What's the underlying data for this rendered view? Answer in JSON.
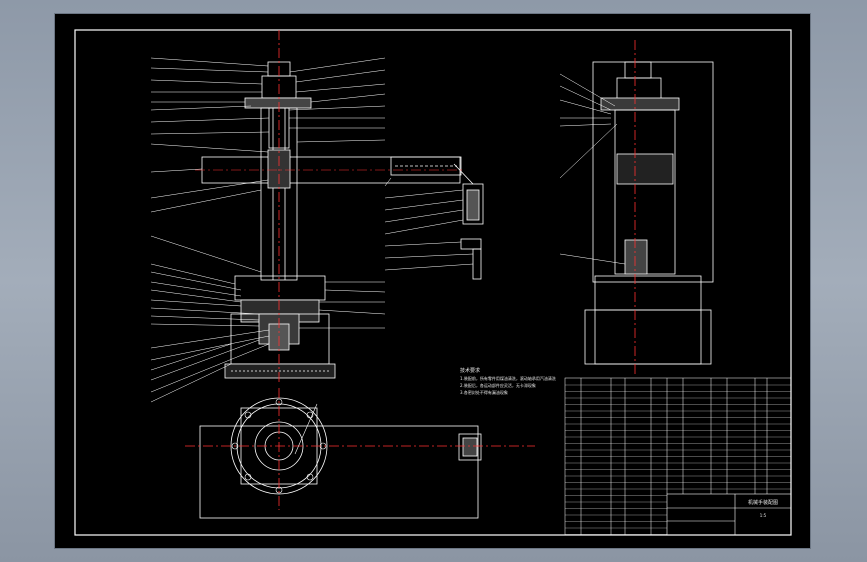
{
  "window": {
    "accent_border": "#ffffff",
    "background": "#000000",
    "frame_color": "#8e99a8"
  },
  "tech_requirements": {
    "heading": "技术要求",
    "lines": [
      "1.装配前，所有零件用煤油清洗，滚动轴承用汽油清洗",
      "2.装配后，各运动部件应灵活，无卡滞现象",
      "3.各密封处不得有漏油现象"
    ]
  },
  "title_block": {
    "drawing_title": "机械手装配图",
    "scale": "1:5"
  },
  "views": {
    "front": "front-view",
    "side": "side-view",
    "top": "top-view"
  }
}
